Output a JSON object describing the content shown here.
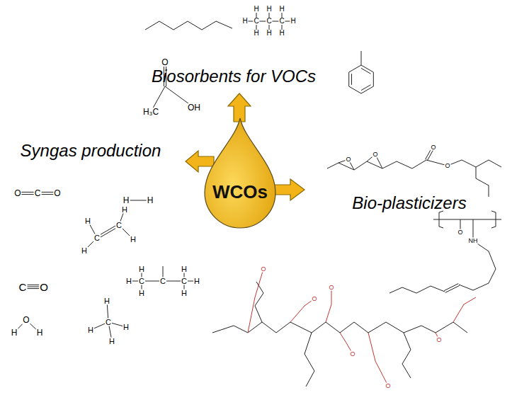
{
  "diagram": {
    "nodes": [
      {
        "text": [
          "WCOs"
        ]
      }
    ],
    "labels": [
      "Biosorbents for VOCs",
      "Syngas production",
      "Bio-plasticizers",
      "O",
      "OH",
      "H₃C",
      "C",
      "C",
      "C",
      "H",
      "H",
      "H",
      "H",
      "H",
      "H",
      "H",
      "H",
      "O",
      "C",
      "O",
      "H",
      "H",
      "H",
      "H",
      "C",
      "C",
      "H",
      "H",
      "C",
      "O",
      "O",
      "H",
      "H",
      "H",
      "H",
      "C",
      "H",
      "H",
      "H",
      "C",
      "C",
      "C",
      "H",
      "H",
      "H",
      "H",
      "H",
      "O",
      "O",
      "O",
      "O",
      "O",
      "NH",
      "O",
      "O",
      "O",
      "O",
      "O",
      "O"
    ]
  }
}
